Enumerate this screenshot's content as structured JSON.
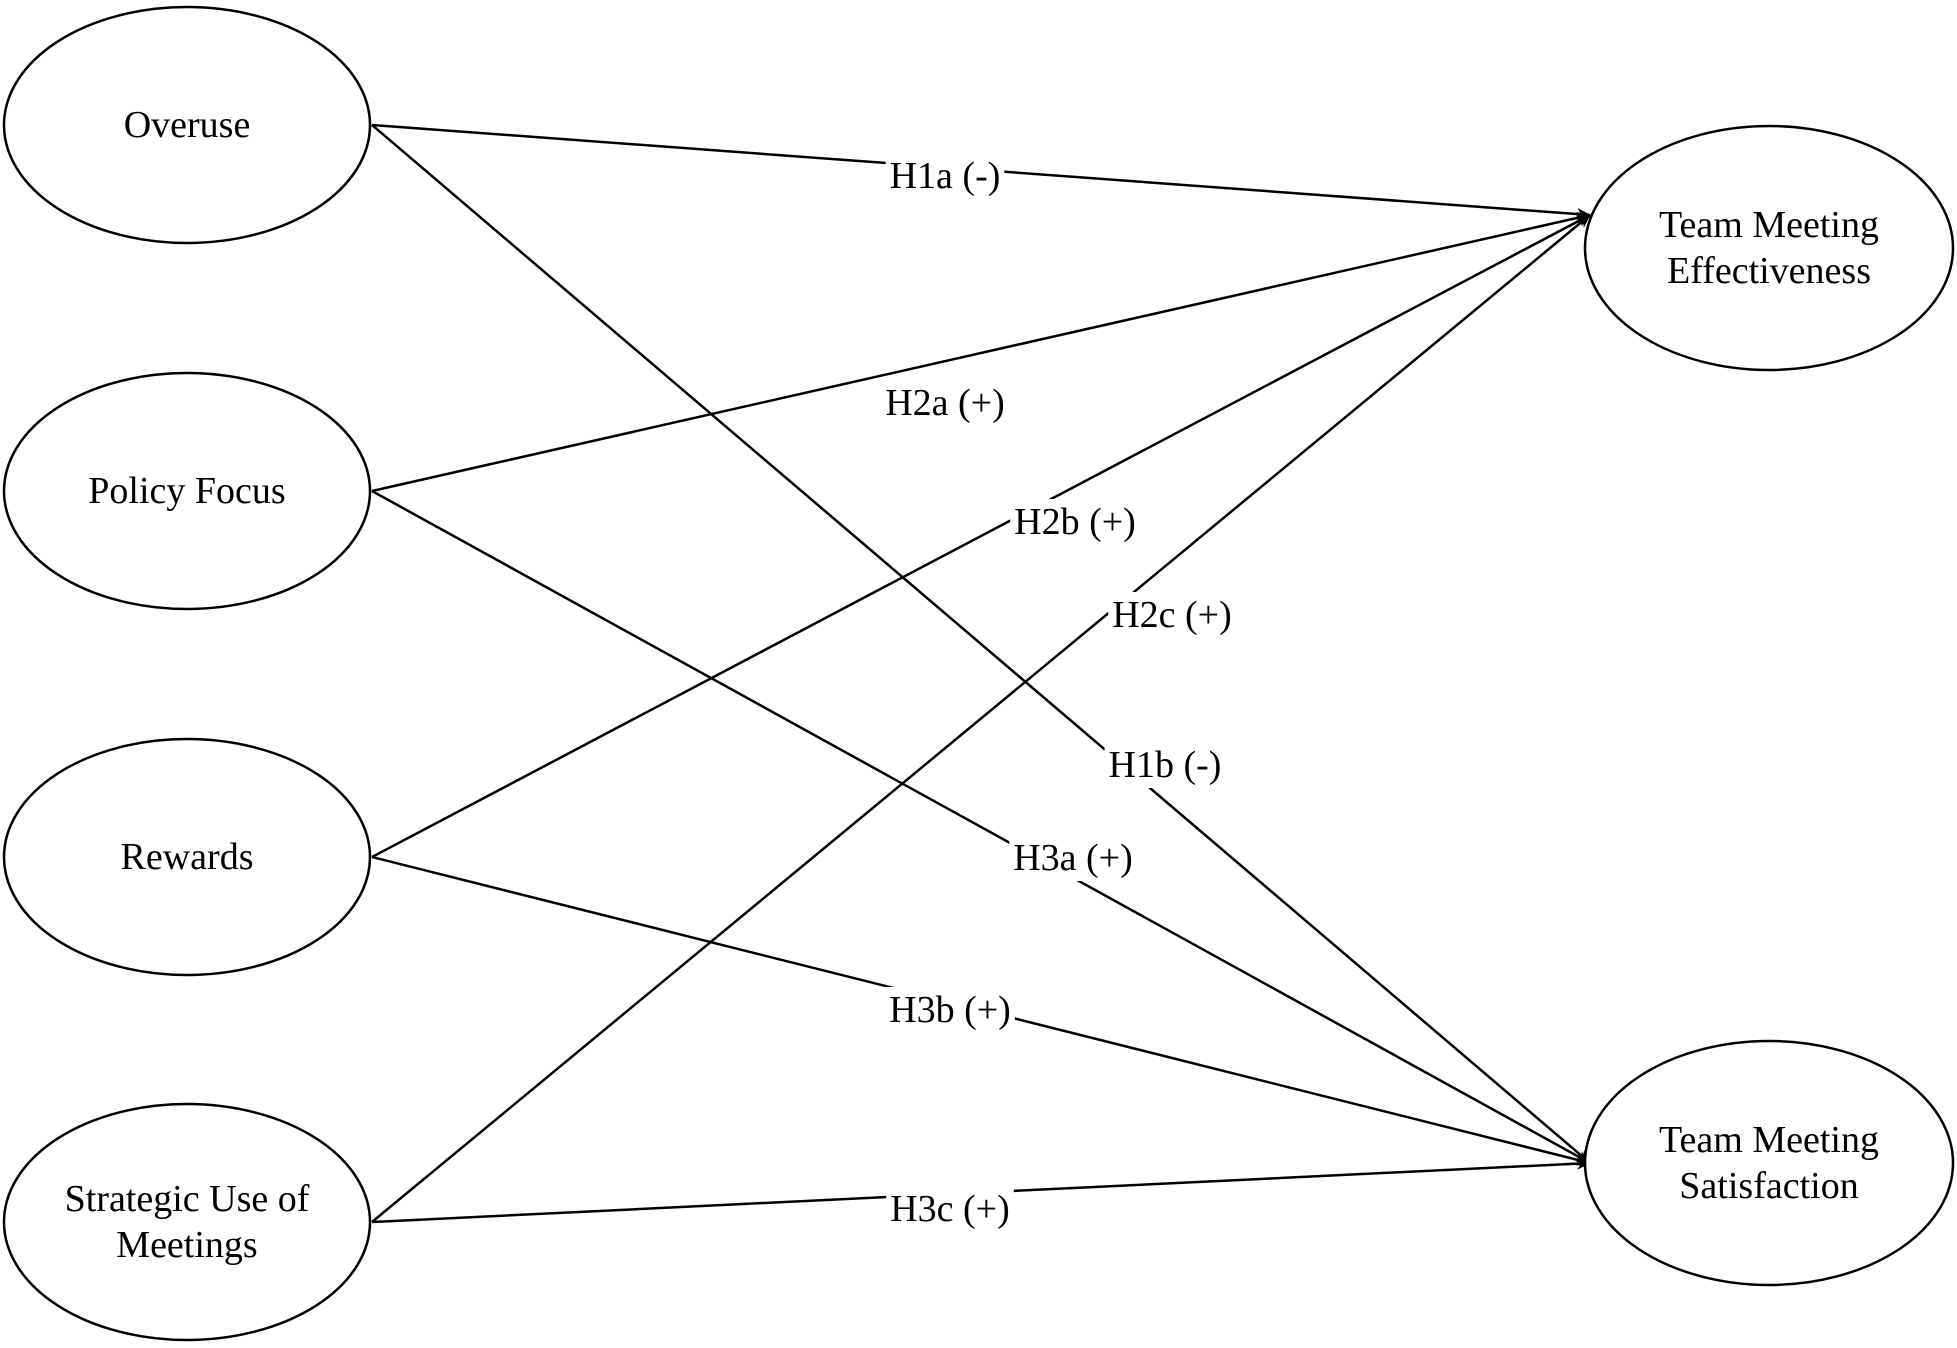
{
  "nodes": {
    "overuse": {
      "lines": [
        "Overuse"
      ]
    },
    "policy_focus": {
      "lines": [
        "Policy Focus"
      ]
    },
    "rewards": {
      "lines": [
        "Rewards"
      ]
    },
    "strategic_use": {
      "lines": [
        "Strategic Use of",
        "Meetings"
      ]
    },
    "effectiveness": {
      "lines": [
        "Team Meeting",
        "Effectiveness"
      ]
    },
    "satisfaction": {
      "lines": [
        "Team Meeting",
        "Satisfaction"
      ]
    }
  },
  "edges": [
    {
      "id": "h1a",
      "from": "overuse",
      "to": "effectiveness",
      "label": "H1a (-)"
    },
    {
      "id": "h1b",
      "from": "overuse",
      "to": "satisfaction",
      "label": "H1b (-)"
    },
    {
      "id": "h2a",
      "from": "policy_focus",
      "to": "effectiveness",
      "label": "H2a (+)"
    },
    {
      "id": "h2b",
      "from": "rewards",
      "to": "effectiveness",
      "label": "H2b (+)"
    },
    {
      "id": "h2c",
      "from": "strategic_use",
      "to": "effectiveness",
      "label": "H2c (+)"
    },
    {
      "id": "h3a",
      "from": "policy_focus",
      "to": "satisfaction",
      "label": "H3a (+)"
    },
    {
      "id": "h3b",
      "from": "rewards",
      "to": "satisfaction",
      "label": "H3b (+)"
    },
    {
      "id": "h3c",
      "from": "strategic_use",
      "to": "satisfaction",
      "label": "H3c (+)"
    }
  ]
}
